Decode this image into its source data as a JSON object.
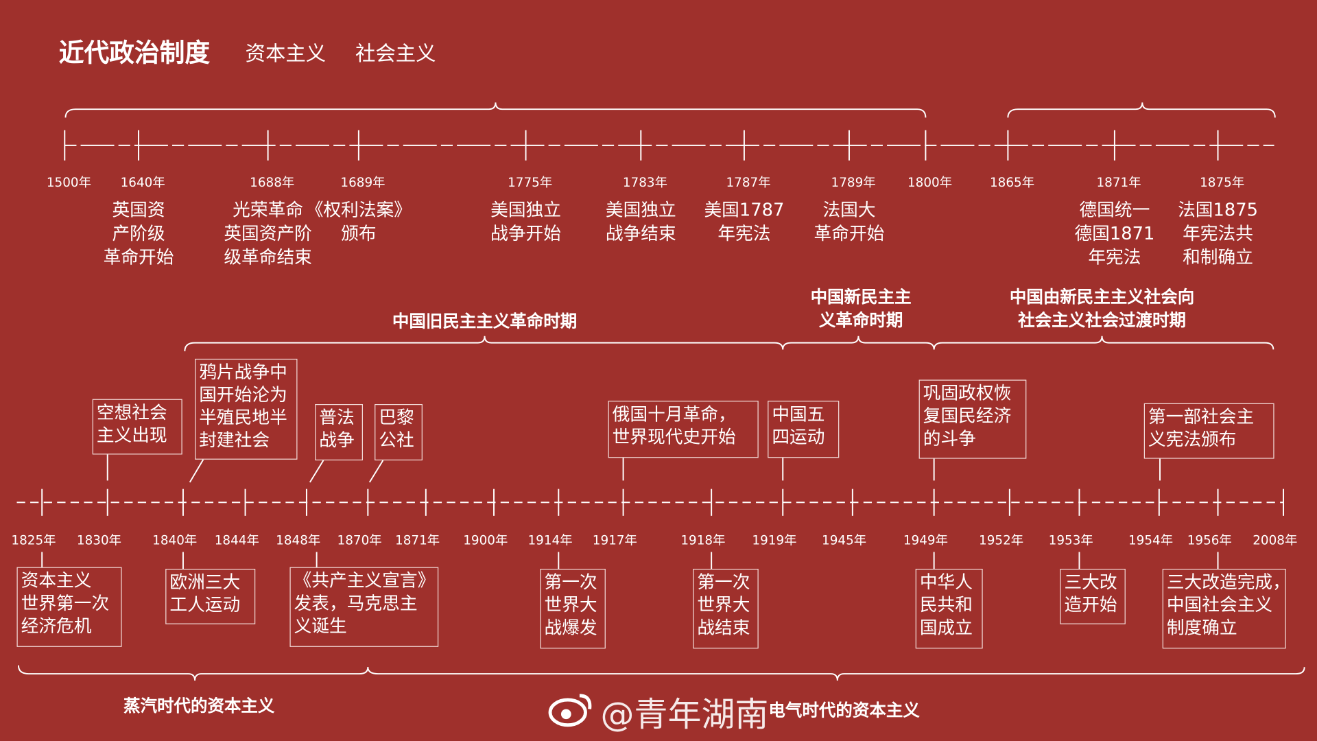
{
  "header": {
    "title": "近代政治制度",
    "tag1": "资本主义",
    "tag2": "社会主义"
  },
  "top_timeline": {
    "years": [
      "1500年",
      "1640年",
      "1688年",
      "1689年",
      "1775年",
      "1783年",
      "1787年",
      "1789年",
      "1800年",
      "1865年",
      "1871年",
      "1875年"
    ],
    "events": [
      {
        "year_index": 1,
        "text": "英国资\n产阶级\n革命开始"
      },
      {
        "year_index": 2,
        "text": "光荣革命\n英国资产阶\n级革命结束"
      },
      {
        "year_index": 3,
        "text": "《权利法案》\n颁布"
      },
      {
        "year_index": 4,
        "text": "美国独立\n战争开始"
      },
      {
        "year_index": 5,
        "text": "美国独立\n战争结束"
      },
      {
        "year_index": 6,
        "text": "美国1787\n年宪法"
      },
      {
        "year_index": 7,
        "text": "法国大\n革命开始"
      },
      {
        "year_index": 10,
        "text": "德国统一\n德国1871\n年宪法"
      },
      {
        "year_index": 11,
        "text": "法国1875\n年宪法共\n和制确立"
      }
    ]
  },
  "periods": {
    "old_democratic": "中国旧民主主义革命时期",
    "new_democratic": "中国新民主主\n义革命时期",
    "transition": "中国由新民主主义社会向\n社会主义社会过渡时期",
    "steam": "蒸汽时代的资本主义",
    "electric": "电气时代的资本主义"
  },
  "bottom_timeline": {
    "years": [
      "1825年",
      "1830年",
      "1840年",
      "1844年",
      "1848年",
      "1870年",
      "1871年",
      "1900年",
      "1914年",
      "1917年",
      "1918年",
      "1919年",
      "1945年",
      "1949年",
      "1952年",
      "1953年",
      "1954年",
      "1956年",
      "2008年"
    ],
    "upper_events": [
      "空想社会\n主义出现",
      "鸦片战争中\n国开始沦为\n半殖民地半\n封建社会",
      "普法\n战争",
      "巴黎\n公社",
      "俄国十月革命，\n世界现代史开始",
      "中国五\n四运动",
      "巩固政权恢\n复国民经济\n的斗争",
      "第一部社会主\n义宪法颁布"
    ],
    "lower_events": [
      "资本主义\n世界第一次\n经济危机",
      "欧洲三大\n工人运动",
      "《共产主义宣言》\n发表，马克思主\n义诞生",
      "第一次\n世界大\n战爆发",
      "第一次\n世界大\n战结束",
      "中华人\n民共和\n国成立",
      "三大改\n造开始",
      "三大改造完成，\n中国社会主义\n制度确立"
    ]
  },
  "watermark": {
    "text": "@青年湖南",
    "icon": "weibo-icon"
  },
  "colors": {
    "background": "#9f302c",
    "foreground": "#ffffff"
  }
}
